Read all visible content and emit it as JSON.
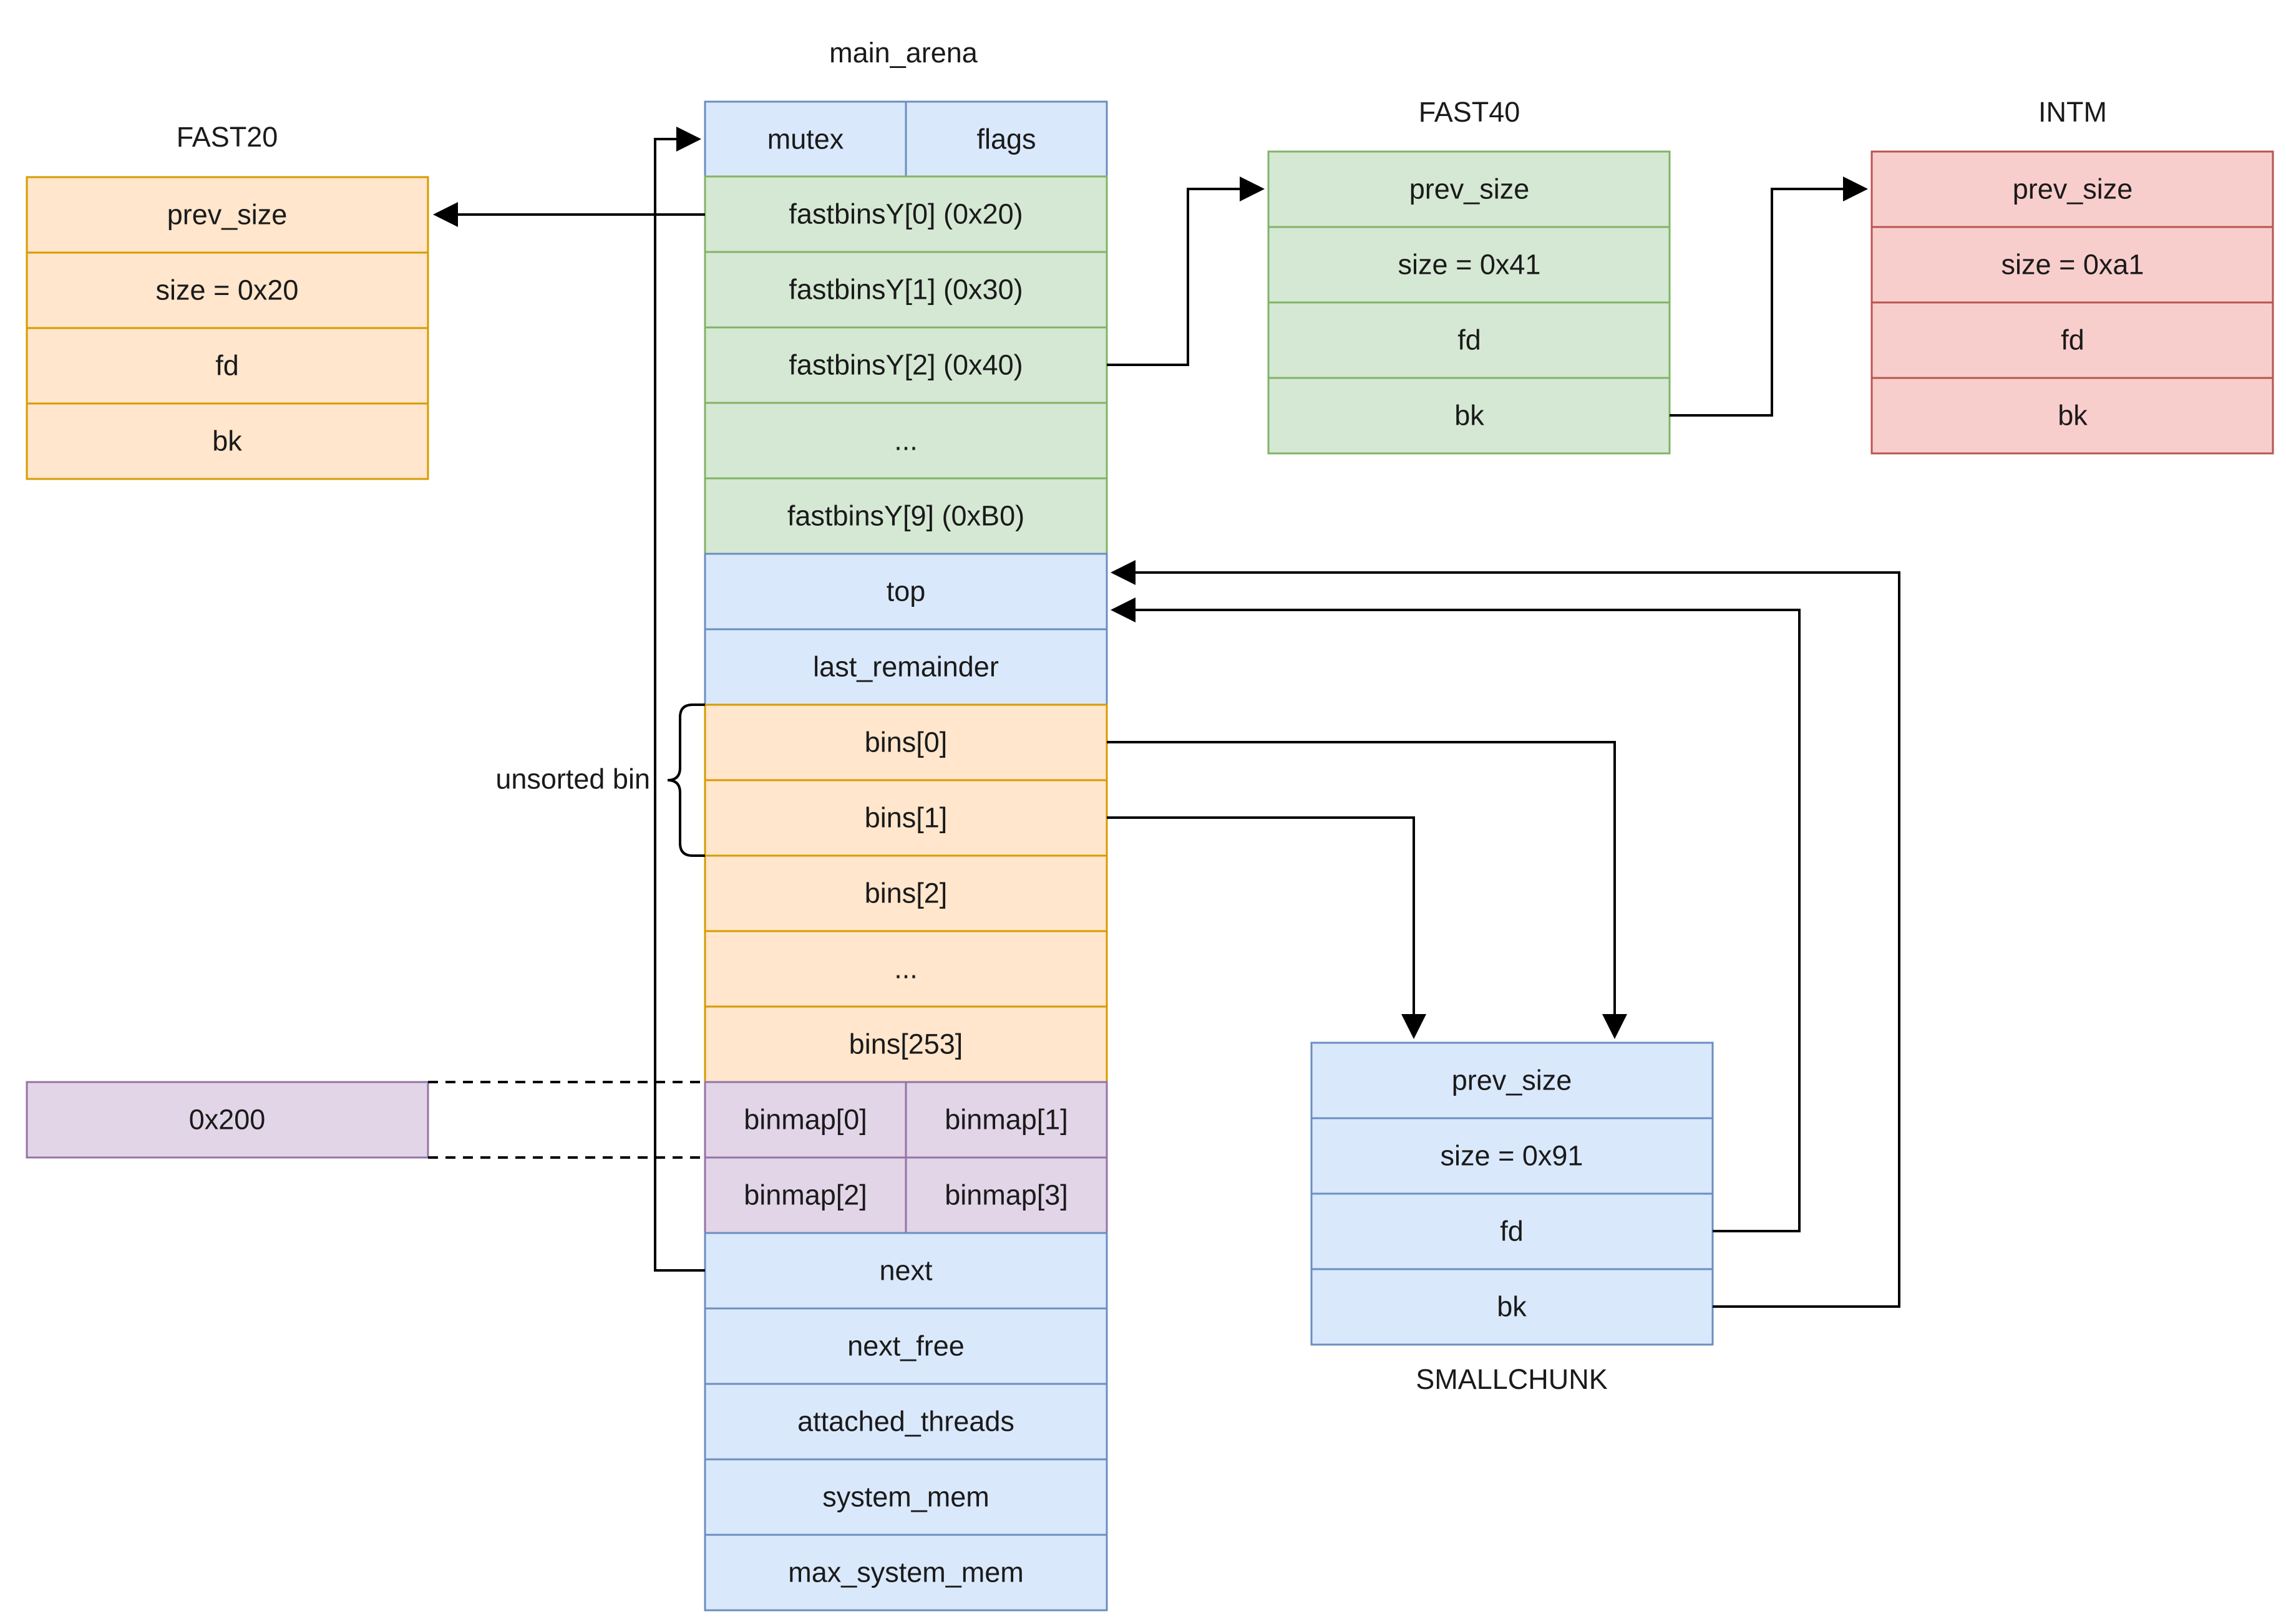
{
  "colors": {
    "blue_fill": "#dae8fc",
    "blue_stroke": "#6c8ebf",
    "green_fill": "#d5e8d4",
    "green_stroke": "#82b366",
    "orange_fill": "#ffe6cc",
    "orange_stroke": "#d79b00",
    "red_fill": "#f8cecc",
    "red_stroke": "#b85450",
    "purple_fill": "#e1d5e7",
    "purple_stroke": "#9673a6"
  },
  "main_arena": {
    "title": "main_arena",
    "mutex": "mutex",
    "flags": "flags",
    "fastbins": [
      "fastbinsY[0] (0x20)",
      "fastbinsY[1] (0x30)",
      "fastbinsY[2] (0x40)",
      "...",
      "fastbinsY[9] (0xB0)"
    ],
    "top": "top",
    "last_remainder": "last_remainder",
    "bins": [
      "bins[0]",
      "bins[1]",
      "bins[2]",
      "...",
      "bins[253]"
    ],
    "binmap": [
      "binmap[0]",
      "binmap[1]",
      "binmap[2]",
      "binmap[3]"
    ],
    "tail": [
      "next",
      "next_free",
      "attached_threads",
      "system_mem",
      "max_system_mem"
    ]
  },
  "fast20": {
    "title": "FAST20",
    "rows": [
      "prev_size",
      "size = 0x20",
      "fd",
      "bk"
    ]
  },
  "fast40": {
    "title": "FAST40",
    "rows": [
      "prev_size",
      "size = 0x41",
      "fd",
      "bk"
    ]
  },
  "intm": {
    "title": "INTM",
    "rows": [
      "prev_size",
      "size = 0xa1",
      "fd",
      "bk"
    ]
  },
  "smallchunk": {
    "title": "SMALLCHUNK",
    "rows": [
      "prev_size",
      "size = 0x91",
      "fd",
      "bk"
    ]
  },
  "binmap_value": "0x200",
  "unsorted_label": "unsorted bin"
}
